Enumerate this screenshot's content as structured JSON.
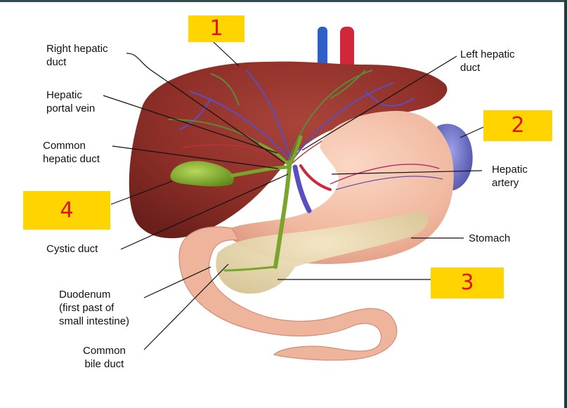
{
  "labels": {
    "right_hepatic_duct": "Right hepatic\nduct",
    "hepatic_portal_vein": "Hepatic\nportal vein",
    "common_hepatic_duct": "Common\nhepatic duct",
    "cystic_duct": "Cystic duct",
    "duodenum": "Duodenum\n(first past of\nsmall intestine)",
    "common_bile_duct": "Common\nbile duct",
    "left_hepatic_duct": "Left hepatic\nduct",
    "hepatic_artery": "Hepatic\nartery",
    "stomach": "Stomach"
  },
  "boxes": {
    "box1": "1",
    "box2": "2",
    "box3": "3",
    "box4": "4"
  },
  "colors": {
    "highlight": "#ffd400",
    "marker": "#e0121c",
    "liver": "#8e2f28",
    "stomach": "#f0b79e",
    "pancreas": "#eadbb3",
    "gallbladder": "#8bb22c",
    "spleen": "#6e6fc6"
  }
}
